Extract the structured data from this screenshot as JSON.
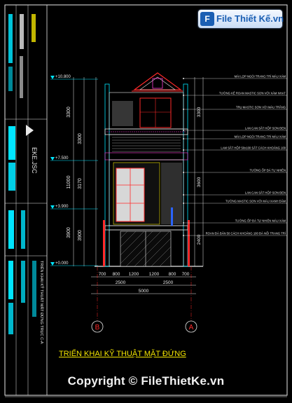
{
  "watermark": {
    "logo_text": "File Thiết Kế.vn",
    "logo_mark": "F",
    "copyright": "Copyright © FileThietKe.vn"
  },
  "drawing": {
    "title": "TRIỂN KHAI KỸ THUẬT MẶT ĐỨNG",
    "sheet_label": "TRIỂN KHAI KỸ THUẬT MẶT ĐỨNG TRỤC C-A",
    "company": "EKE.JSC",
    "grid_b": "B",
    "grid_a": "A",
    "levels": [
      "+10.800",
      "+7.500",
      "+3.900",
      "+0.000"
    ],
    "left_dims_outer": [
      "3300",
      "11000",
      "3900"
    ],
    "left_dims_inner": [
      "3300",
      "3170",
      "3900"
    ],
    "right_dims": [
      "3300",
      "3600",
      "2400"
    ],
    "bottom_dims_top": [
      "700",
      "800",
      "1200",
      "1200",
      "800",
      "700"
    ],
    "bottom_dims_mid": [
      "2500",
      "2500"
    ],
    "bottom_dims_total": "5000",
    "annotations": [
      "MÁI LỢP NGÓI TRANG TRÍ MÀU XÁM",
      "TƯỜNG KẺ ROAN MASTIC SƠN VỚI XÁM NHẠT",
      "TRỤ MASTIC SƠN VỚI MÀU TRẮNG",
      "LAN CAN SẮT HỘP SƠN ĐEN",
      "MÁI LỢP NGÓI TRANG TRÍ MÀU XÁM",
      "LAM SẮT HỘP 50x100 SẮT CÁCH KHOẢNG 100",
      "TƯỜNG ỐP ĐÁ TỰ NHIÊN",
      "LAN CAN SẮT HỘP SƠN ĐEN",
      "TƯỜNG MASTIC SƠN VỚI MÀU XANH ĐẬM",
      "TƯỜNG ỐP ĐÁ TỰ NHIÊN MÀU XÁM",
      "ROAN ĐÁ BẢN 50 CÁCH KHOẢNG 100 ĐÁ NỐI TRANG TRÍ"
    ],
    "colors": {
      "line_white": "#e8e8e8",
      "line_cyan": "#00e5ff",
      "line_red": "#ff2a2a",
      "line_magenta": "#ff3bd6",
      "line_yellow": "#f2e400",
      "wall_grey": "#9a9a9a",
      "panel_blue": "#2a63ff"
    }
  }
}
